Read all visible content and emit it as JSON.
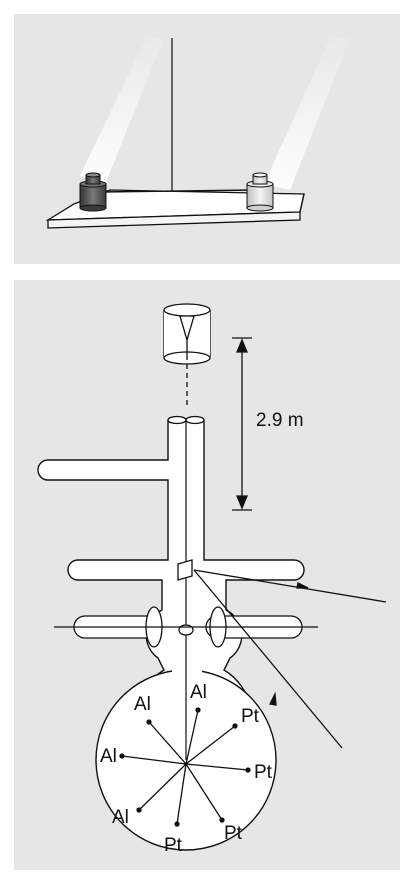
{
  "bottom_panel": {
    "distance_label": "2.9 m",
    "sample_labels": [
      "Al",
      "Al",
      "Pt",
      "Pt",
      "Pt",
      "Pt",
      "Al",
      "Al"
    ]
  },
  "colors": {
    "panel_background": "#e6e6e6",
    "line": "#111111",
    "dark_weight": "#555555",
    "light_weight": "#d8d8d8"
  }
}
